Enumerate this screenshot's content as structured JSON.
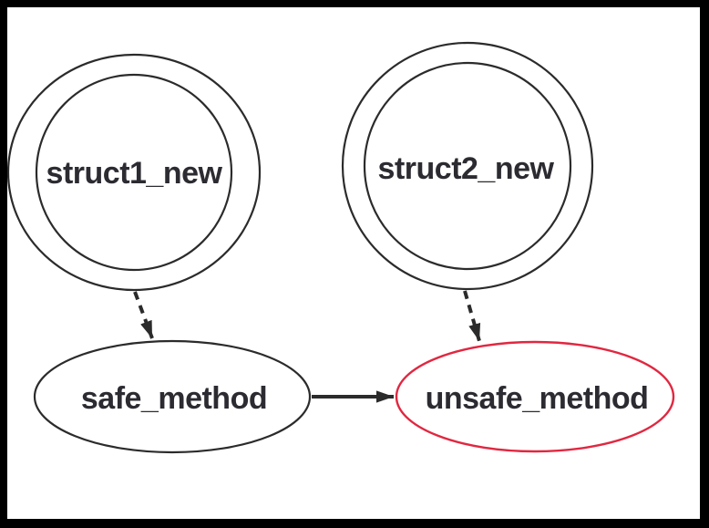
{
  "diagram": {
    "type": "directed-graph",
    "nodes": [
      {
        "id": "struct1_new",
        "label": "struct1_new",
        "shape": "doublecircle",
        "outline": "#2b2b2b"
      },
      {
        "id": "struct2_new",
        "label": "struct2_new",
        "shape": "doublecircle",
        "outline": "#2b2b2b"
      },
      {
        "id": "safe_method",
        "label": "safe_method",
        "shape": "ellipse",
        "outline": "#2b2b2b"
      },
      {
        "id": "unsafe_method",
        "label": "unsafe_method",
        "shape": "ellipse",
        "outline": "#e12740"
      }
    ],
    "edges": [
      {
        "from": "struct1_new",
        "to": "safe_method",
        "style": "dashed",
        "label": ""
      },
      {
        "from": "struct2_new",
        "to": "unsafe_method",
        "style": "dashed",
        "label": ""
      },
      {
        "from": "safe_method",
        "to": "unsafe_method",
        "style": "solid",
        "label": ""
      }
    ],
    "colors": {
      "stroke": "#2b2b2b",
      "text": "#2b2b31",
      "highlight": "#e12740",
      "background": "#ffffff",
      "frame": "#000000"
    }
  }
}
